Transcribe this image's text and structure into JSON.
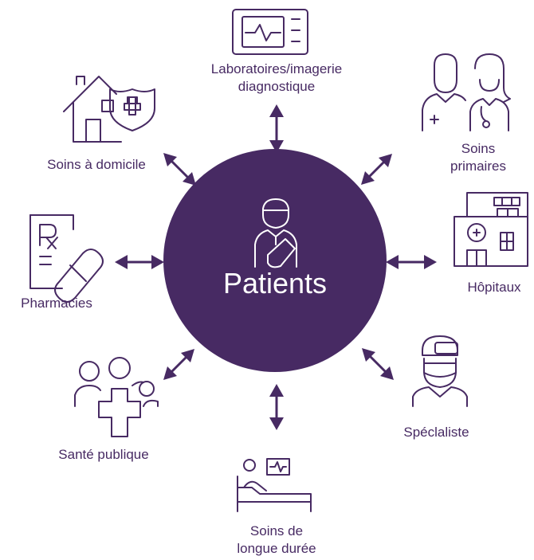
{
  "center": {
    "label": "Patients"
  },
  "nodes": [
    {
      "id": "laboratoires",
      "lines": [
        "Laboratoires/imagerie",
        "diagnostique"
      ],
      "icon": "monitor-icon"
    },
    {
      "id": "soins-primaires",
      "lines": [
        "Soins",
        "primaires"
      ],
      "icon": "doctors-icon"
    },
    {
      "id": "hopitaux",
      "lines": [
        "Hôpitaux"
      ],
      "icon": "hospital-icon"
    },
    {
      "id": "specialiste",
      "lines": [
        "Spéclaliste"
      ],
      "icon": "surgeon-icon"
    },
    {
      "id": "soins-longue-duree",
      "lines": [
        "Soins de",
        "longue durée"
      ],
      "icon": "bed-monitor-icon"
    },
    {
      "id": "sante-publique",
      "lines": [
        "Santé publique"
      ],
      "icon": "people-cross-icon"
    },
    {
      "id": "pharmacies",
      "lines": [
        "Pharmacies"
      ],
      "icon": "prescription-pill-icon"
    },
    {
      "id": "soins-domicile",
      "lines": [
        "Soins à domicile"
      ],
      "icon": "house-shield-icon"
    }
  ],
  "colors": {
    "primary": "#472a63",
    "background": "#ffffff",
    "center_text": "#ffffff"
  }
}
